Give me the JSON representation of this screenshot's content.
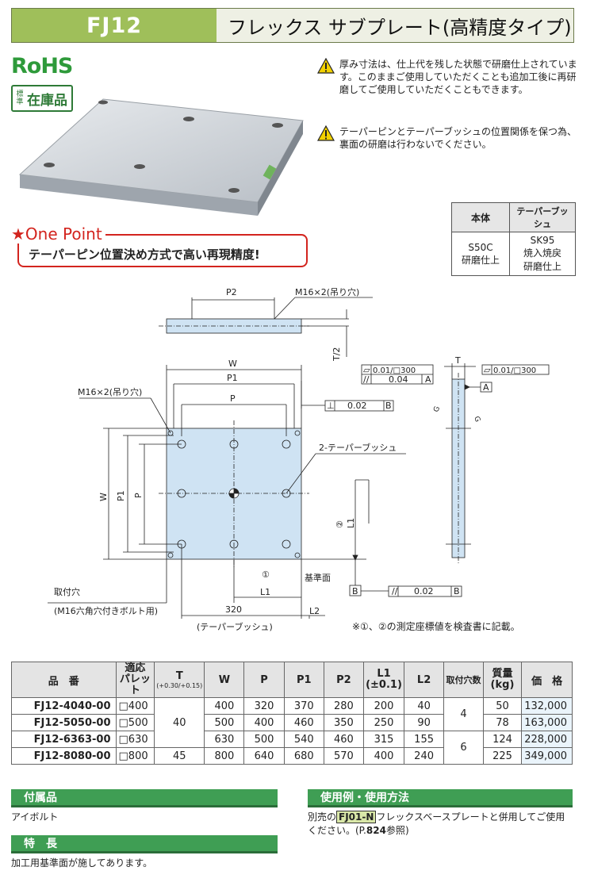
{
  "header": {
    "code": "FJ12",
    "title": "フレックス サブプレート(高精度タイプ)"
  },
  "logos": {
    "rohs": "RoHS",
    "stock_small": "標準",
    "stock_big": "在庫品"
  },
  "notes": [
    "厚み寸法は、仕上代を残した状態で研磨仕上されています。このままご使用していただくことも追加工後に再研磨してご使用していただくこともできます。",
    "テーパーピンとテーパーブッシュの位置関係を保つ為、裏面の研磨は行わないでください。"
  ],
  "material_table": {
    "headers": [
      "本体",
      "テーパーブッシュ"
    ],
    "body": "S50C\n研磨仕上",
    "bushing": "SK95\n焼入焼戻\n研磨仕上"
  },
  "one_point": {
    "label": "★One Point",
    "text": "テーパーピン位置決め方式で高い再現精度!"
  },
  "drawing": {
    "p2": "P2",
    "m16_top": "M16×2(吊り穴)",
    "t_half": "T/2",
    "w": "W",
    "p1": "P1",
    "p": "P",
    "m16_left": "M16×2(吊り穴)",
    "flat_02": "0.02",
    "datum_b": "B",
    "bushing_label": "2-テーパーブッシュ",
    "l1": "L1",
    "circle1": "①",
    "circle2": "②",
    "kijun": "基準面",
    "mount_hole": "取付穴",
    "mount_bolt": "(M16六角穴付きボルト用)",
    "dim_320": "320",
    "l2": "L2",
    "taper_bushing": "(テーパーブッシュ)",
    "t": "T",
    "tol_left": "0.01/□300",
    "tol_right": "0.01/□300",
    "par_004": "0.04",
    "datum_a": "A",
    "g": "G",
    "par_002": "0.02",
    "footnote": "※①、②の測定座標値を検査書に記載。"
  },
  "product_table": {
    "headers": [
      "品　番",
      "適応\nパレット",
      "T",
      "W",
      "P",
      "P1",
      "P2",
      "L1\n(±0.1)",
      "L2",
      "取付穴数",
      "質量\n(kg)",
      "価　格"
    ],
    "t_tol": "(+0.30/+0.15)",
    "rows": [
      {
        "code": "FJ12-4040-00",
        "pallet": "□400",
        "t": "40",
        "w": "400",
        "p": "320",
        "p1": "370",
        "p2": "280",
        "l1": "200",
        "l2": "40",
        "holes": "4",
        "mass": "50",
        "price": "132,000"
      },
      {
        "code": "FJ12-5050-00",
        "pallet": "□500",
        "t": "",
        "w": "500",
        "p": "400",
        "p1": "460",
        "p2": "350",
        "l1": "250",
        "l2": "90",
        "holes": "",
        "mass": "78",
        "price": "163,000"
      },
      {
        "code": "FJ12-6363-00",
        "pallet": "□630",
        "t": "",
        "w": "630",
        "p": "500",
        "p1": "540",
        "p2": "460",
        "l1": "315",
        "l2": "155",
        "holes": "6",
        "mass": "124",
        "price": "228,000"
      },
      {
        "code": "FJ12-8080-00",
        "pallet": "□800",
        "t": "45",
        "w": "800",
        "p": "640",
        "p1": "680",
        "p2": "570",
        "l1": "400",
        "l2": "240",
        "holes": "",
        "mass": "225",
        "price": "349,000"
      }
    ]
  },
  "accessories": {
    "title": "付属品",
    "text": "アイボルト"
  },
  "features": {
    "title": "特　長",
    "text": "加工用基準面が施してあります。"
  },
  "usage": {
    "title": "使用例・使用方法",
    "prefix": "別売の",
    "ref": "FJ01-N",
    "suffix": "フレックスベースプレートと併用してご使用ください。(P.",
    "page": "824",
    "end": "参照)"
  },
  "colors": {
    "brand_green": "#9fbf5a",
    "bar_green": "#3f9e54",
    "one_point_red": "#d3241e",
    "plate_blue": "#cfe3f3"
  }
}
